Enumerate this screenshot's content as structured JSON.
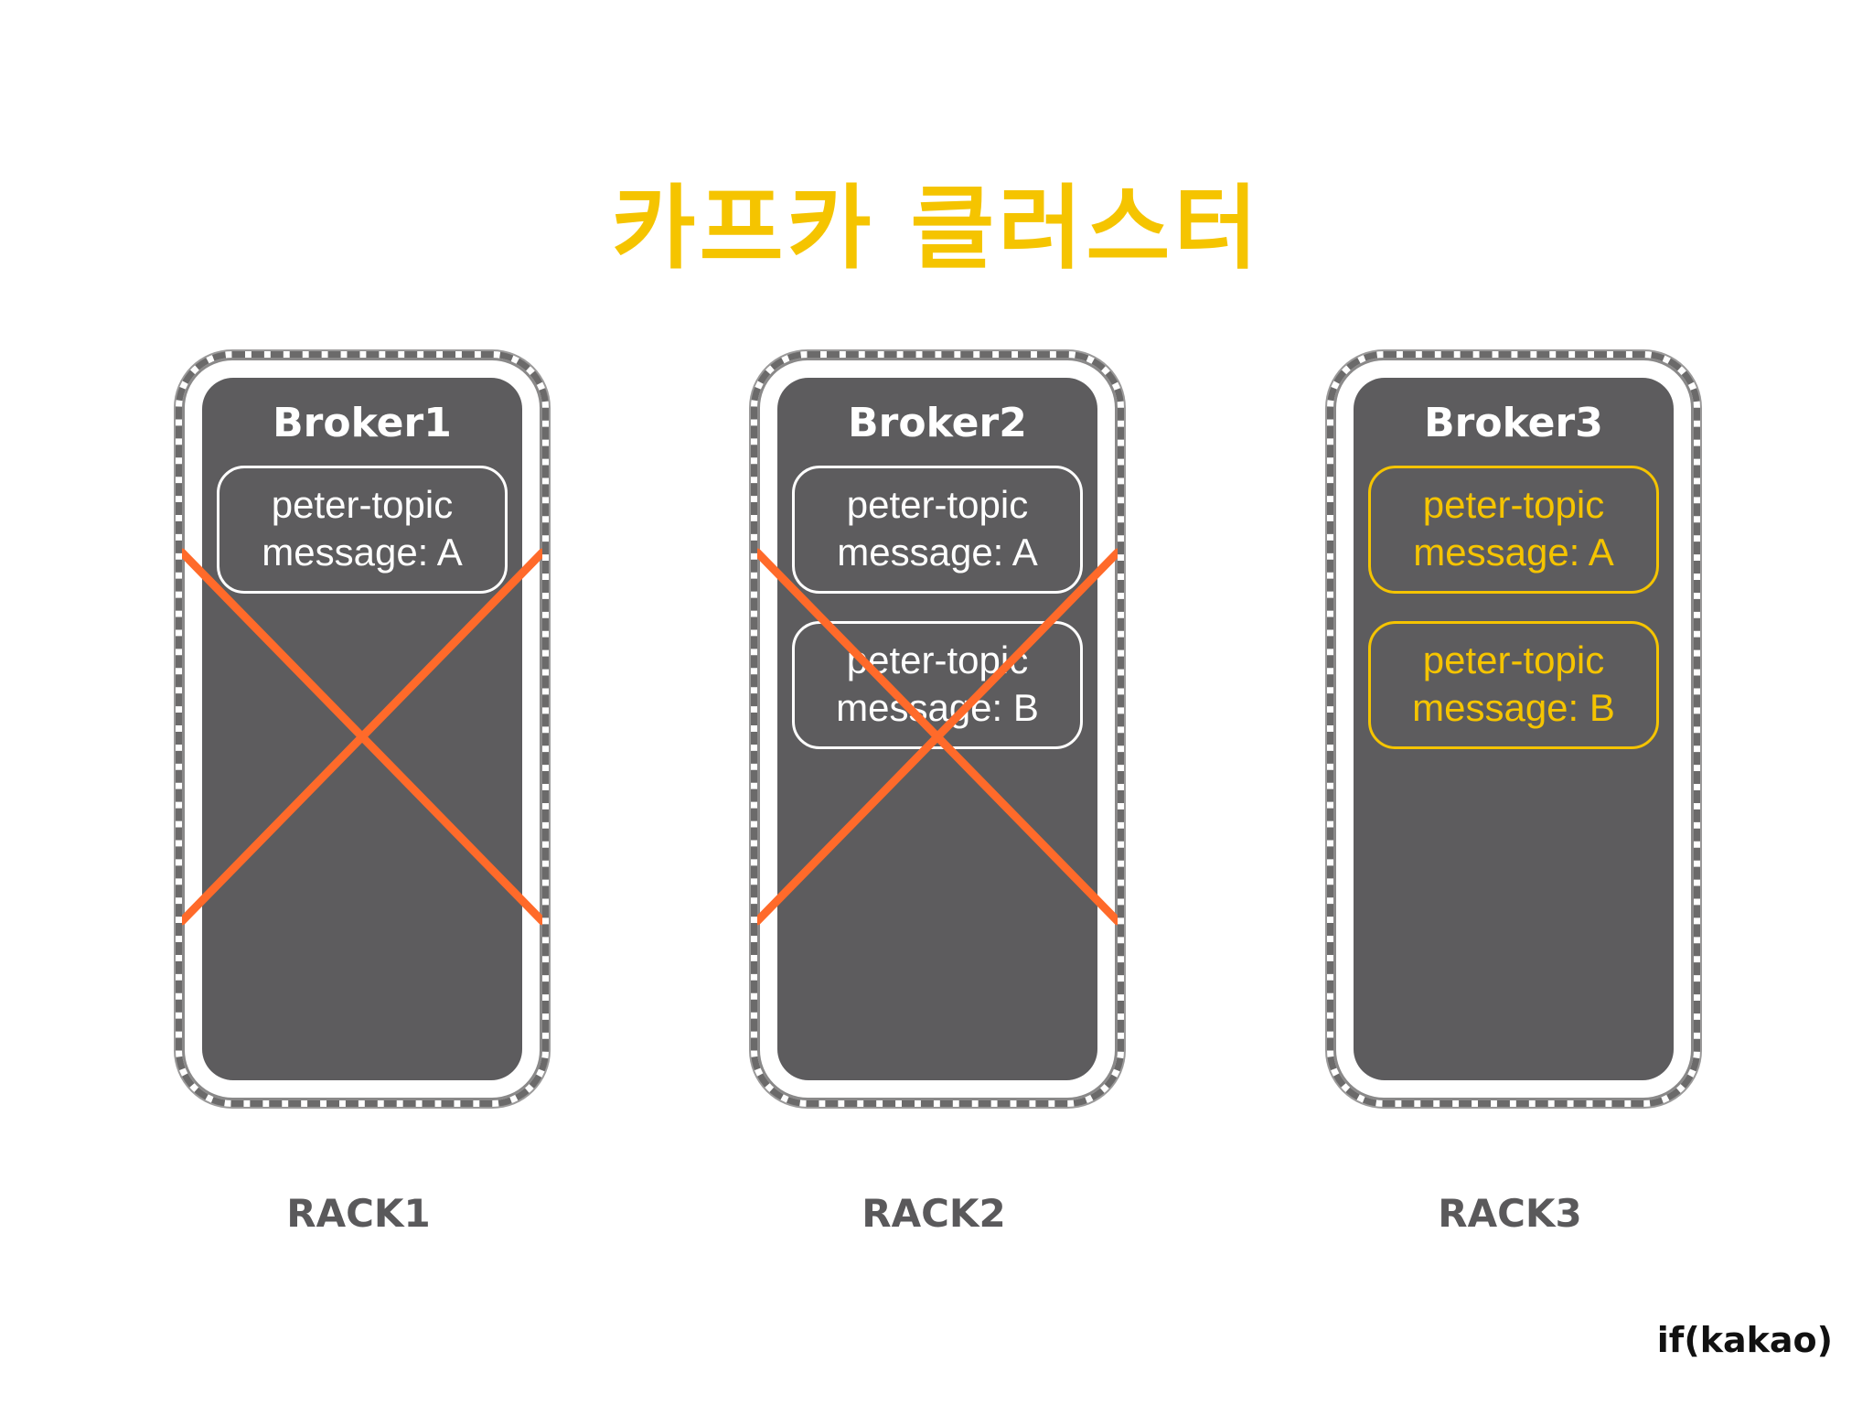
{
  "title": "카프카 클러스터",
  "colors": {
    "title": "#f5c400",
    "broker_fill": "#5d5c5e",
    "replica_white": "#ffffff",
    "replica_highlight": "#f5c400",
    "cross": "#ff6a2a",
    "rack_border": "#6b6a6a",
    "rack_label": "#5a595b"
  },
  "racks": [
    {
      "label": "RACK1",
      "broker": "Broker1",
      "failed": true,
      "replicas": [
        {
          "topic": "peter-topic",
          "message": "message: A",
          "highlight": false
        }
      ]
    },
    {
      "label": "RACK2",
      "broker": "Broker2",
      "failed": true,
      "replicas": [
        {
          "topic": "peter-topic",
          "message": "message: A",
          "highlight": false
        },
        {
          "topic": "peter-topic",
          "message": "message: B",
          "highlight": false
        }
      ]
    },
    {
      "label": "RACK3",
      "broker": "Broker3",
      "failed": false,
      "replicas": [
        {
          "topic": "peter-topic",
          "message": "message: A",
          "highlight": true
        },
        {
          "topic": "peter-topic",
          "message": "message: B",
          "highlight": true
        }
      ]
    }
  ],
  "brand": "if(kakao)"
}
